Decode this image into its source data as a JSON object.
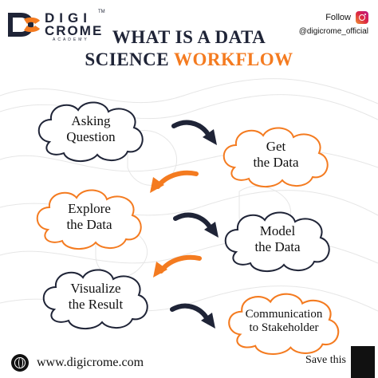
{
  "brand": {
    "logo_line1": "DIGI",
    "logo_line2": "CROME",
    "logo_sub": "ACADEMY",
    "trademark": "TM",
    "accent_color": "#f47b20",
    "navy_color": "#1f2437"
  },
  "social": {
    "follow_label": "Follow",
    "handle": "@digicrome_official",
    "icon": "instagram-icon"
  },
  "title": {
    "line1": "WHAT IS A DATA",
    "line2_plain": "SCIENCE ",
    "line2_accent": "WORKFLOW"
  },
  "steps": [
    {
      "label": "Asking\nQuestion",
      "border": "#1f2437"
    },
    {
      "label": "Get\nthe Data",
      "border": "#f47b20"
    },
    {
      "label": "Explore\nthe Data",
      "border": "#f47b20"
    },
    {
      "label": "Model\nthe Data",
      "border": "#1f2437"
    },
    {
      "label": "Visualize\nthe Result",
      "border": "#1f2437"
    },
    {
      "label": "Communication\nto Stakeholder",
      "border": "#f47b20"
    }
  ],
  "footer": {
    "website": "www.digicrome.com",
    "save_label": "Save this"
  }
}
